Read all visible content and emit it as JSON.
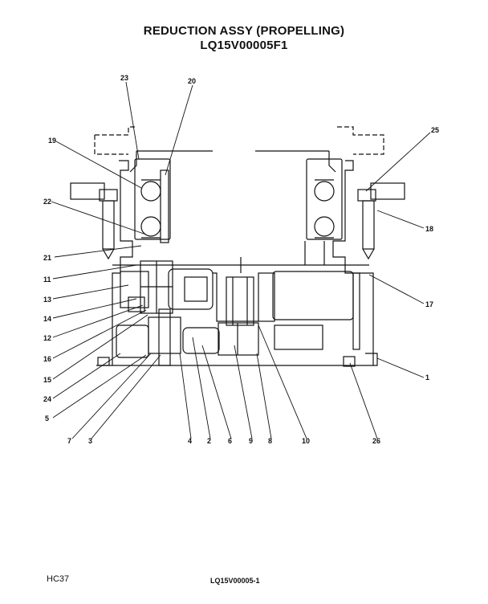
{
  "title": {
    "line1": "REDUCTION ASSY (PROPELLING)",
    "line2": "LQ15V00005F1"
  },
  "footer": {
    "left": "HC37",
    "right": "LQ15V00005-1"
  },
  "callouts": {
    "c1": "1",
    "c2": "2",
    "c3": "3",
    "c4": "4",
    "c5": "5",
    "c6": "6",
    "c7": "7",
    "c8": "8",
    "c9": "9",
    "c10": "10",
    "c11": "11",
    "c12": "12",
    "c13": "13",
    "c14": "14",
    "c15": "15",
    "c16": "16",
    "c17": "17",
    "c18": "18",
    "c19": "19",
    "c20": "20",
    "c21": "21",
    "c22": "22",
    "c23": "23",
    "c24": "24",
    "c25": "25",
    "c26": "26"
  }
}
